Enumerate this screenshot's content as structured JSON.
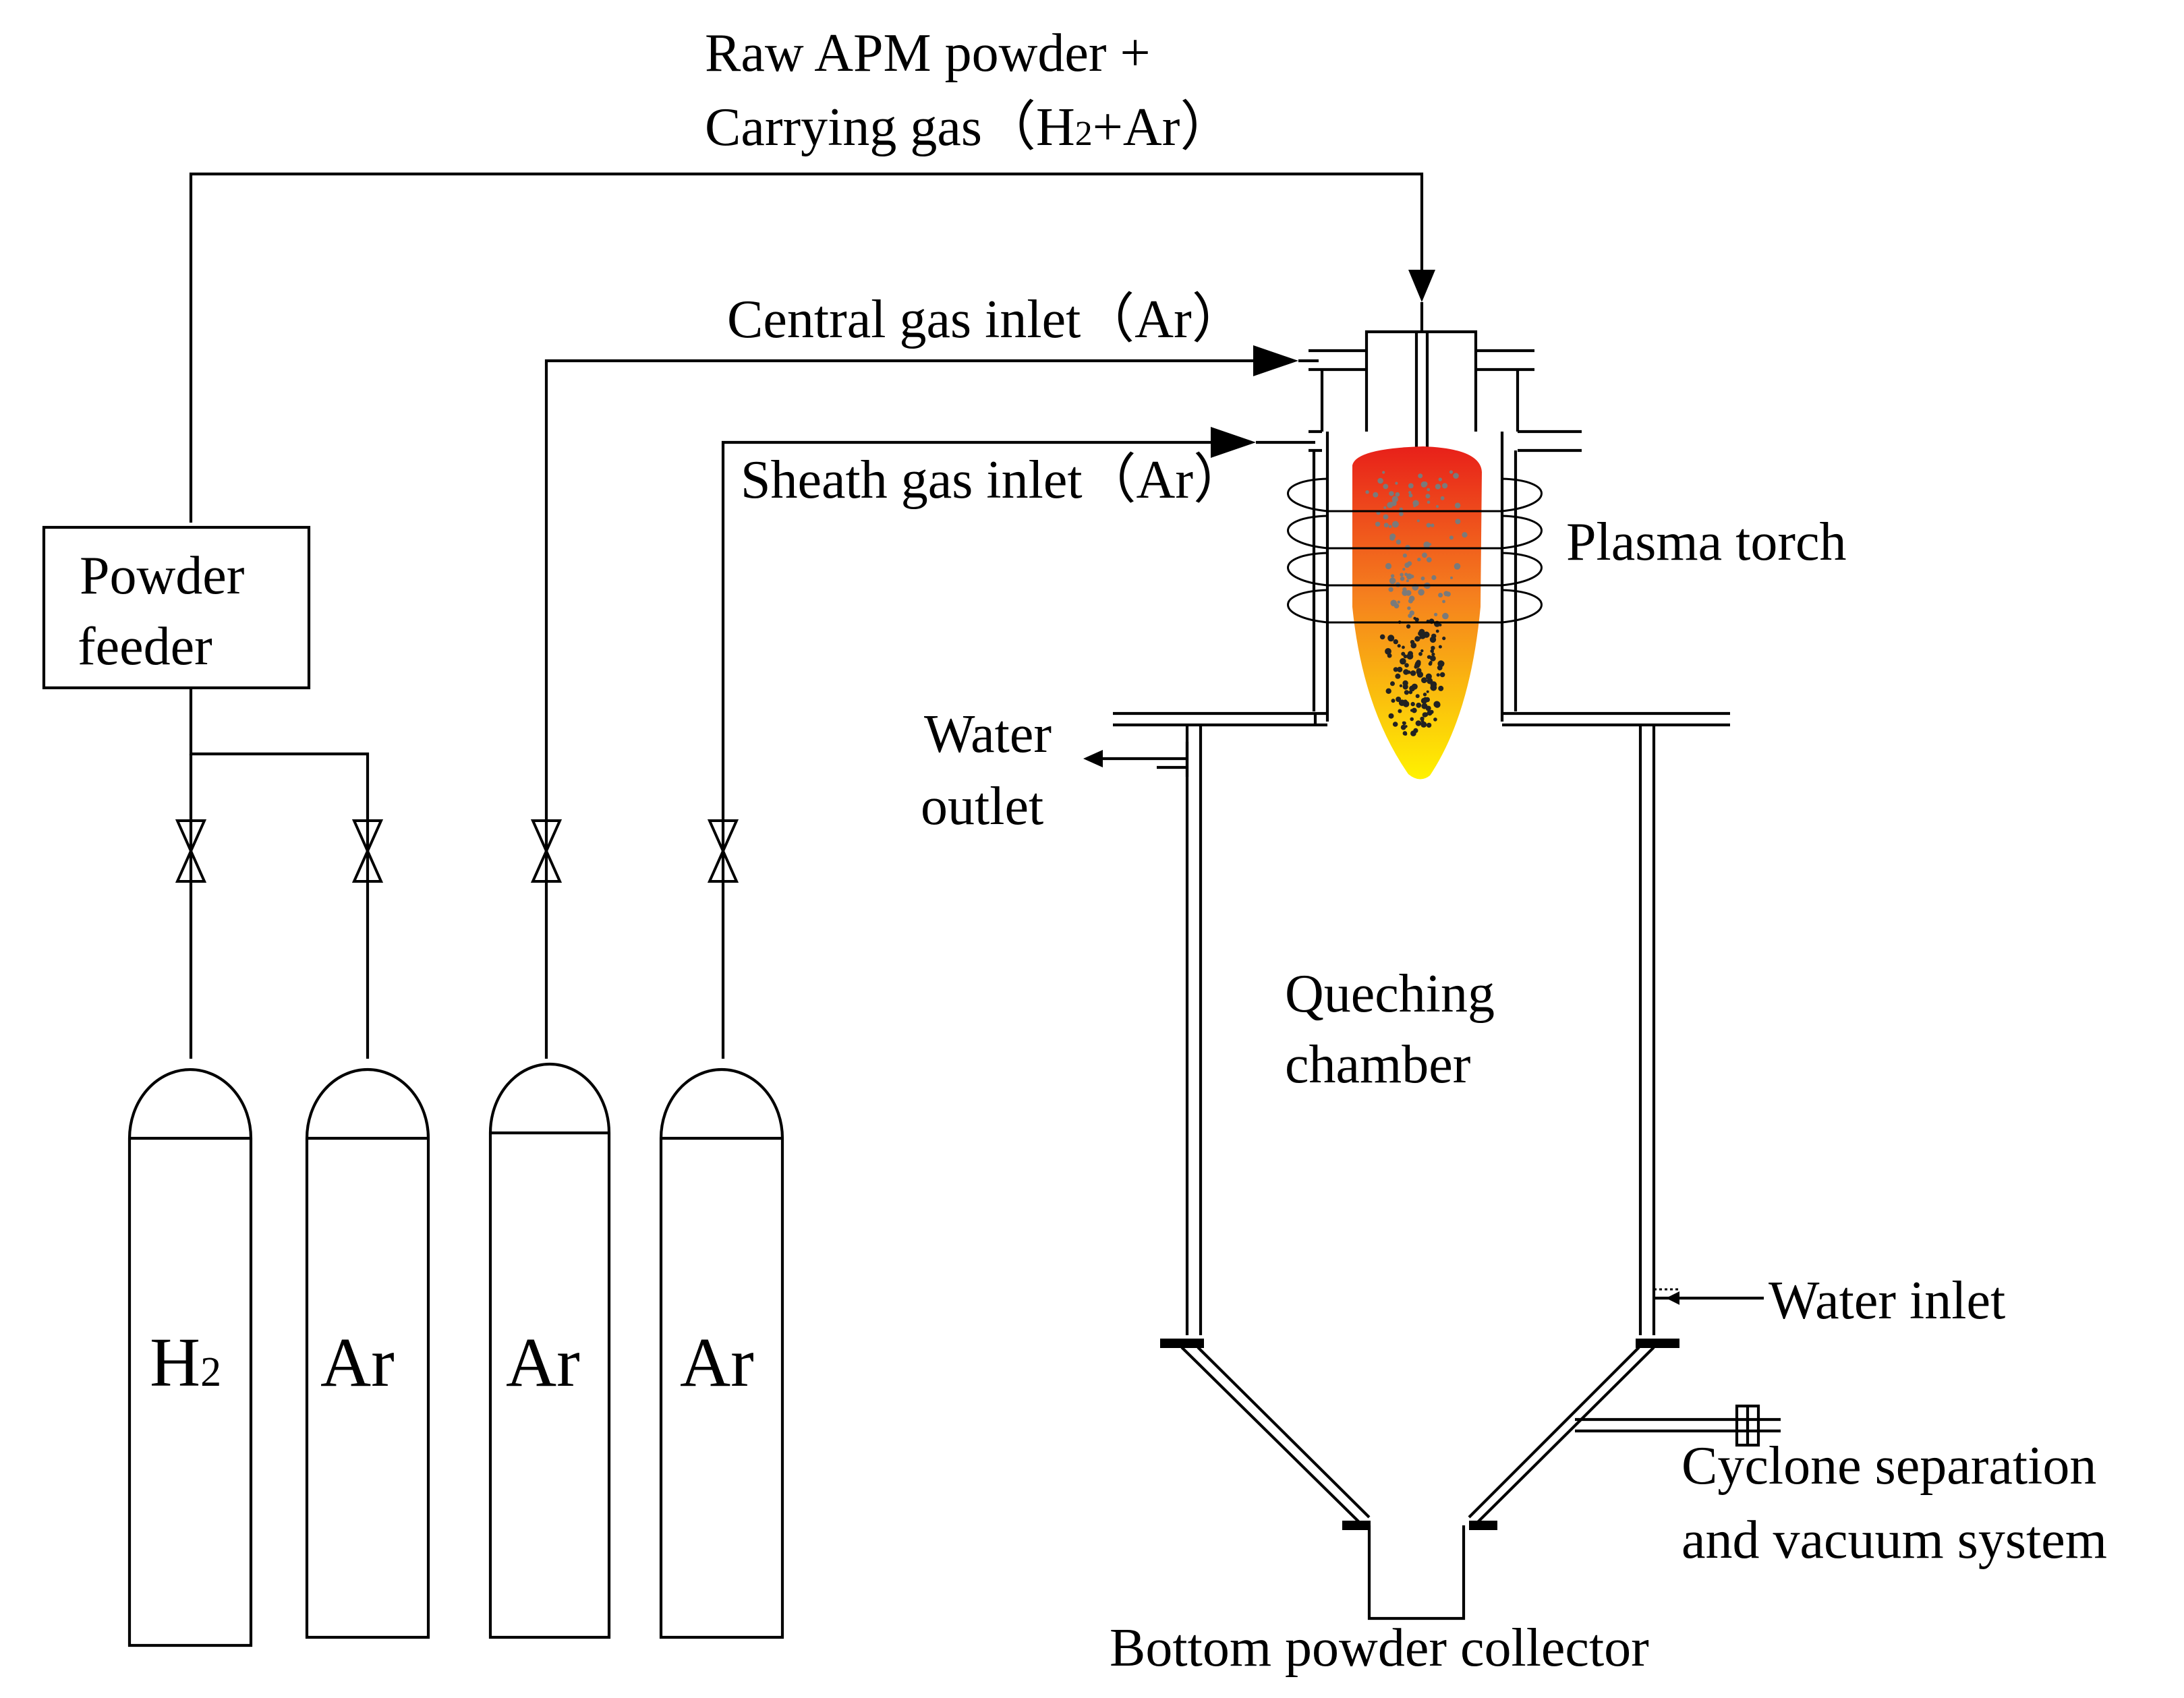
{
  "labels": {
    "feed_line1": "Raw APM  powder +",
    "feed_line2_a": "Carrying gas（H",
    "feed_line2_sub": "2",
    "feed_line2_b": "+Ar）",
    "central_gas": "Central gas inlet（Ar）",
    "sheath_gas": "Sheath gas inlet（Ar）",
    "plasma_torch": "Plasma torch",
    "powder_feeder_1": "Powder",
    "powder_feeder_2": "feeder",
    "water_outlet_1": "Water",
    "water_outlet_2": "outlet",
    "quenching_1": "Queching",
    "quenching_2": "chamber",
    "water_inlet": "Water inlet",
    "cyclone_1": "Cyclone separation",
    "cyclone_2": "and vacuum system",
    "bottom_collector": "Bottom powder collector"
  },
  "cylinders": [
    {
      "main": "H",
      "sub": "2"
    },
    {
      "main": "Ar",
      "sub": ""
    },
    {
      "main": "Ar",
      "sub": ""
    },
    {
      "main": "Ar",
      "sub": ""
    }
  ],
  "colors": {
    "plasma_top": "#e8201a",
    "plasma_mid": "#f5801e",
    "plasma_bottom": "#fff200",
    "particles": "#7a7a7a"
  }
}
